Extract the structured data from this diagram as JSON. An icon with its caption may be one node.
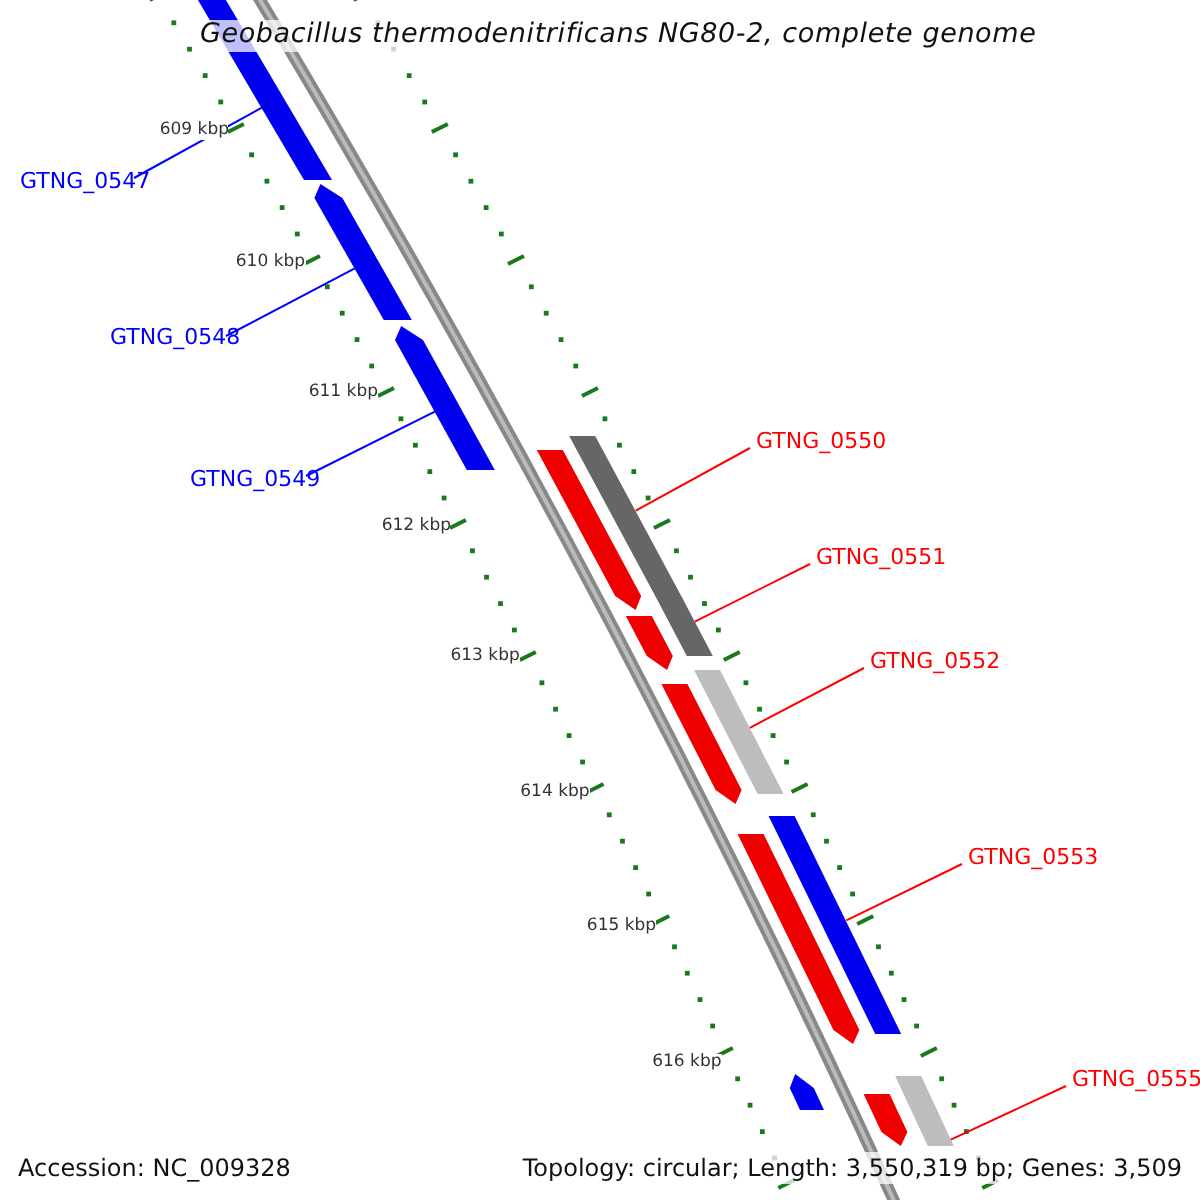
{
  "diagram": {
    "title": "Geobacillus thermodenitrificans NG80-2, complete genome",
    "nodes": [
      {
        "text": [
          "GTNG_0547"
        ]
      },
      {
        "text": [
          "GTNG_0548"
        ]
      },
      {
        "text": [
          "GTNG_0549"
        ]
      },
      {
        "text": [
          "GTNG_0550"
        ]
      },
      {
        "text": [
          "GTNG_0551"
        ]
      },
      {
        "text": [
          "GTNG_0552"
        ]
      },
      {
        "text": [
          "GTNG_0553"
        ]
      },
      {
        "text": [
          "GTNG_0555"
        ]
      },
      {
        "text": [],
        "shape": "bar"
      },
      {
        "text": [],
        "shape": "bar"
      },
      {
        "text": [],
        "shape": "bar"
      },
      {
        "text": [],
        "shape": "bar"
      },
      {
        "text": [],
        "shape": "bar"
      },
      {
        "text": [],
        "shape": "bar"
      },
      {
        "text": [],
        "shape": "bar"
      },
      {
        "text": [],
        "shape": "bar"
      },
      {
        "text": [],
        "shape": "bar"
      },
      {
        "text": [],
        "shape": "bar"
      },
      {
        "text": [],
        "shape": "bar"
      },
      {
        "text": [],
        "shape": "bar"
      },
      {
        "text": [],
        "shape": "bar"
      },
      {
        "text": [],
        "shape": "bar"
      }
    ],
    "edges": [
      {
        "from": 0,
        "to": 8,
        "arrow": "none",
        "color": "#0000ff"
      },
      {
        "from": 1,
        "to": 9,
        "arrow": "none",
        "color": "#0000ff"
      },
      {
        "from": 2,
        "to": 10,
        "arrow": "none",
        "color": "#0000ff"
      },
      {
        "from": 3,
        "to": 11,
        "arrow": "none"
      },
      {
        "from": 4,
        "to": 12,
        "arrow": "none"
      },
      {
        "from": 5,
        "to": 13,
        "arrow": "none"
      },
      {
        "from": 6,
        "to": 14,
        "arrow": "none"
      },
      {
        "from": 7,
        "to": 15,
        "arrow": "none"
      }
    ],
    "labels": [
      "609 kbp",
      "610 kbp",
      "611 kbp",
      "612 kbp",
      "613 kbp",
      "614 kbp",
      "615 kbp",
      "616 kbp",
      "Accession: NC_009328",
      "Topology: circular; Length: 3,550,319 bp; Genes: 3,509"
    ]
  }
}
